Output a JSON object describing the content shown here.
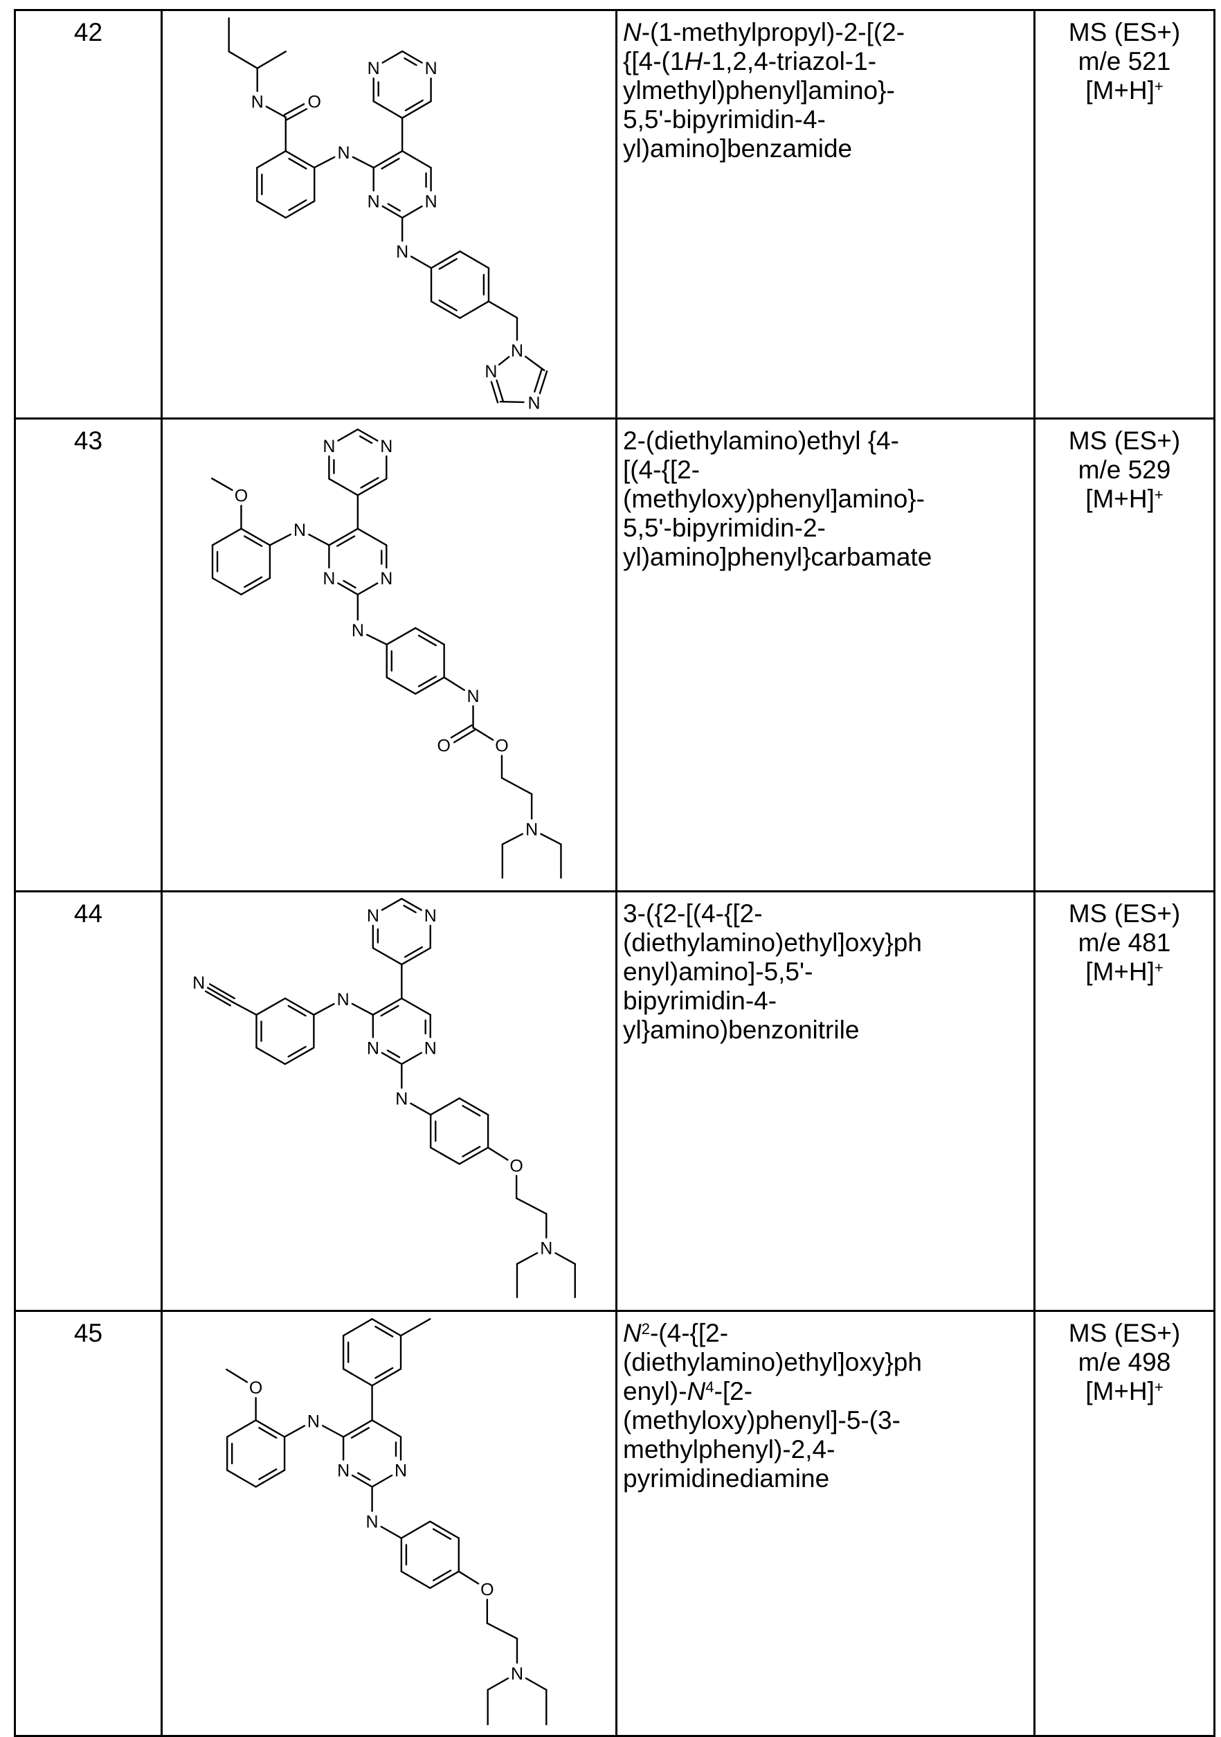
{
  "structure_labels": {
    "N": "N",
    "O": "O"
  },
  "colors": {
    "ink": "#000000",
    "background": "#ffffff"
  },
  "rows": [
    {
      "number": "42",
      "name_lines": [
        [
          {
            "t": "N",
            "i": true
          },
          {
            "t": "-(1-methylpropyl)-2-[(2-"
          }
        ],
        [
          {
            "t": "{[4-(1"
          },
          {
            "t": "H",
            "i": true
          },
          {
            "t": "-1,2,4-triazol-1-"
          }
        ],
        [
          {
            "t": "ylmethyl)phenyl]amino}-"
          }
        ],
        [
          {
            "t": "5,5'-bipyrimidin-4-"
          }
        ],
        [
          {
            "t": "yl)amino]benzamide"
          }
        ]
      ],
      "ms_lines": [
        [
          {
            "t": "MS (ES+)"
          }
        ],
        [
          {
            "t": "m/e 521"
          }
        ],
        [
          {
            "t": "[M+H]"
          },
          {
            "t": "+",
            "sup": true
          }
        ]
      ]
    },
    {
      "number": "43",
      "name_lines": [
        [
          {
            "t": "2-(diethylamino)ethyl {4-"
          }
        ],
        [
          {
            "t": "[(4-{[2-"
          }
        ],
        [
          {
            "t": "(methyloxy)phenyl]amino}-"
          }
        ],
        [
          {
            "t": "5,5'-bipyrimidin-2-"
          }
        ],
        [
          {
            "t": "yl)amino]phenyl}carbamate"
          }
        ]
      ],
      "ms_lines": [
        [
          {
            "t": "MS (ES+)"
          }
        ],
        [
          {
            "t": "m/e 529"
          }
        ],
        [
          {
            "t": "[M+H]"
          },
          {
            "t": "+",
            "sup": true
          }
        ]
      ]
    },
    {
      "number": "44",
      "name_lines": [
        [
          {
            "t": "3-({2-[(4-{[2-"
          }
        ],
        [
          {
            "t": "(diethylamino)ethyl]oxy}ph"
          }
        ],
        [
          {
            "t": "enyl)amino]-5,5'-"
          }
        ],
        [
          {
            "t": "bipyrimidin-4-"
          }
        ],
        [
          {
            "t": "yl}amino)benzonitrile"
          }
        ]
      ],
      "ms_lines": [
        [
          {
            "t": "MS (ES+)"
          }
        ],
        [
          {
            "t": "m/e 481"
          }
        ],
        [
          {
            "t": "[M+H]"
          },
          {
            "t": "+",
            "sup": true
          }
        ]
      ]
    },
    {
      "number": "45",
      "name_lines": [
        [
          {
            "t": "N",
            "i": true
          },
          {
            "t": "2",
            "sup": true
          },
          {
            "t": "-(4-{[2-"
          }
        ],
        [
          {
            "t": "(diethylamino)ethyl]oxy}ph"
          }
        ],
        [
          {
            "t": "enyl)-"
          },
          {
            "t": "N",
            "i": true
          },
          {
            "t": "4",
            "sup": true
          },
          {
            "t": "-[2-"
          }
        ],
        [
          {
            "t": "(methyloxy)phenyl]-5-(3-"
          }
        ],
        [
          {
            "t": "methylphenyl)-2,4-"
          }
        ],
        [
          {
            "t": "pyrimidinediamine"
          }
        ]
      ],
      "ms_lines": [
        [
          {
            "t": "MS (ES+)"
          }
        ],
        [
          {
            "t": "m/e 498"
          }
        ],
        [
          {
            "t": "[M+H]"
          },
          {
            "t": "+",
            "sup": true
          }
        ]
      ]
    }
  ]
}
